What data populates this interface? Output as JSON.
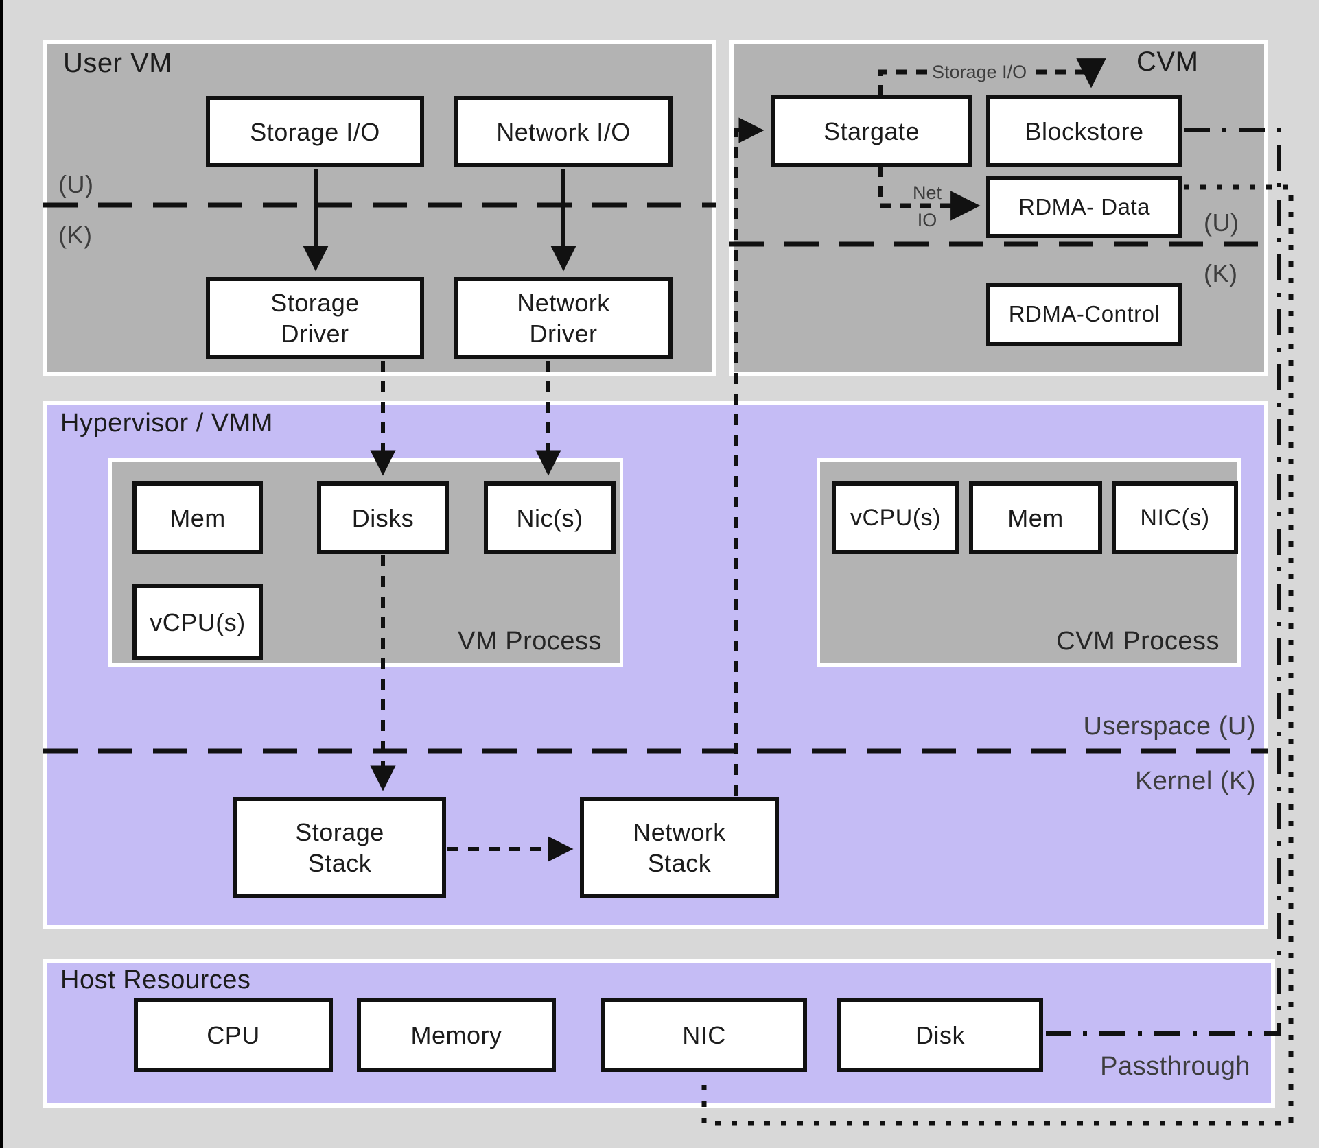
{
  "diagram": {
    "user_vm": {
      "title": "User VM",
      "u_label": "(U)",
      "k_label": "(K)",
      "nodes": {
        "storage_io": "Storage I/O",
        "network_io": "Network I/O",
        "storage_driver": {
          "line1": "Storage",
          "line2": "Driver"
        },
        "network_driver": {
          "line1": "Network",
          "line2": "Driver"
        }
      }
    },
    "cvm": {
      "title": "CVM",
      "u_label": "(U)",
      "k_label": "(K)",
      "flow_labels": {
        "storage_io": "Storage I/O",
        "net_line1": "Net",
        "net_line2": "IO"
      },
      "nodes": {
        "stargate": "Stargate",
        "blockstore": "Blockstore",
        "rdma_data": "RDMA- Data",
        "rdma_control": "RDMA-Control"
      }
    },
    "hypervisor": {
      "title": "Hypervisor / VMM",
      "userspace_label": "Userspace (U)",
      "kernel_label": "Kernel (K)",
      "vm_process": {
        "label": "VM Process",
        "nodes": {
          "mem": "Mem",
          "disks": "Disks",
          "nics": "Nic(s)",
          "vcpus": "vCPU(s)"
        }
      },
      "cvm_process": {
        "label": "CVM Process",
        "nodes": {
          "vcpus": "vCPU(s)",
          "mem": "Mem",
          "nics": "NIC(s)"
        }
      },
      "nodes": {
        "storage_stack": {
          "line1": "Storage",
          "line2": "Stack"
        },
        "network_stack": {
          "line1": "Network",
          "line2": "Stack"
        }
      }
    },
    "host": {
      "title": "Host Resources",
      "passthrough_label": "Passthrough",
      "nodes": {
        "cpu": "CPU",
        "memory": "Memory",
        "nic": "NIC",
        "disk": "Disk"
      }
    },
    "colors": {
      "page_bg": "#d8d8d8",
      "section_gray": "#b3b3b3",
      "lavender": "#c5bcf5",
      "box_fill": "#ffffff",
      "line": "#111111"
    }
  }
}
